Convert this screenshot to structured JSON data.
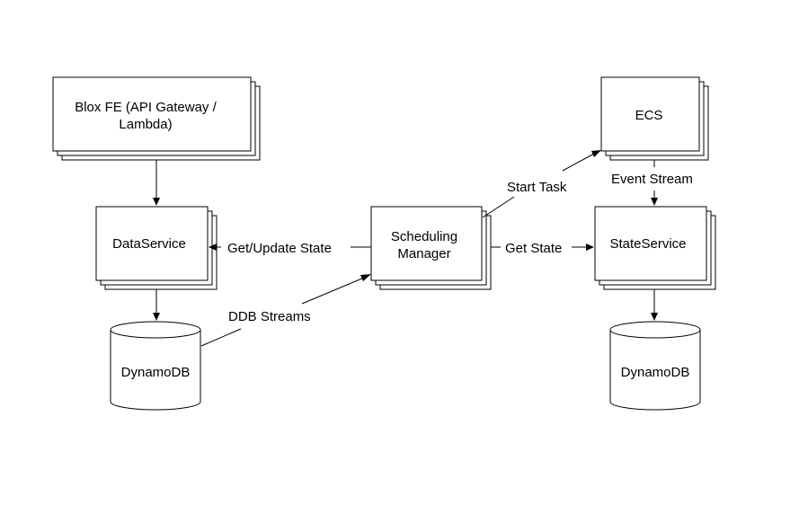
{
  "nodes": {
    "blox_fe": {
      "lines": [
        "Blox FE (API Gateway /",
        "Lambda)"
      ]
    },
    "data_service": {
      "lines": [
        "DataService"
      ]
    },
    "dynamodb_left": {
      "lines": [
        "DynamoDB"
      ]
    },
    "scheduling_manager": {
      "lines": [
        "Scheduling",
        "Manager"
      ]
    },
    "ecs": {
      "lines": [
        "ECS"
      ]
    },
    "state_service": {
      "lines": [
        "StateService"
      ]
    },
    "dynamodb_right": {
      "lines": [
        "DynamoDB"
      ]
    }
  },
  "edges": {
    "get_update_state": "Get/Update State",
    "ddb_streams": "DDB Streams",
    "get_state": "Get State",
    "start_task": "Start Task",
    "event_stream": "Event Stream"
  }
}
